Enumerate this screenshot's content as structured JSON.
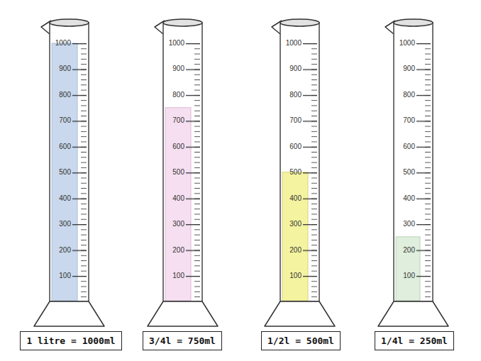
{
  "diagram": {
    "nodes": [
      {
        "text": [
          "1 litre = 1000ml"
        ]
      },
      {
        "text": [
          "3/4l = 750ml"
        ]
      },
      {
        "text": [
          "1/2l = 500ml"
        ]
      },
      {
        "text": [
          "1/4l = 250ml"
        ]
      }
    ],
    "labels": [
      "1000",
      "900",
      "800",
      "700",
      "600",
      "500",
      "400",
      "300",
      "200",
      "100",
      "1000",
      "900",
      "800",
      "700",
      "600",
      "500",
      "400",
      "300",
      "200",
      "100",
      "1000",
      "900",
      "800",
      "700",
      "600",
      "500",
      "400",
      "300",
      "200",
      "100",
      "1000",
      "900",
      "800",
      "700",
      "600",
      "500",
      "400",
      "300",
      "200",
      "100"
    ]
  }
}
